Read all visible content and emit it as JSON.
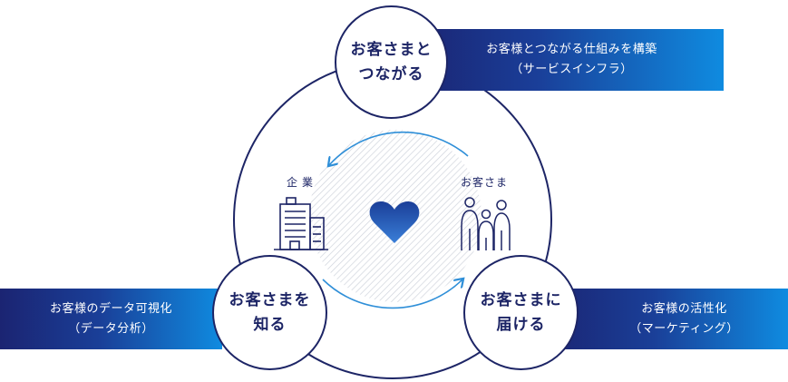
{
  "nodes": {
    "top": {
      "line1": "お客さまと",
      "line2": "つながる"
    },
    "left": {
      "line1": "お客さまを",
      "line2": "知る"
    },
    "right": {
      "line1": "お客さまに",
      "line2": "届ける"
    }
  },
  "banners": {
    "top": {
      "line1": "お客様とつながる仕組みを構築",
      "line2": "（サービスインフラ）"
    },
    "left": {
      "line1": "お客様のデータ可視化",
      "line2": "（データ分析）"
    },
    "right": {
      "line1": "お客様の活性化",
      "line2": "（マーケティング）"
    }
  },
  "center": {
    "company_label": "企業",
    "customer_label": "お客さま"
  },
  "icons": {
    "company": "building-icon",
    "center": "heart-icon",
    "customer": "people-icon",
    "arrows": "cycle-arrow-icon"
  },
  "colors": {
    "navy": "#1d2566",
    "brand_dark": "#1b2472",
    "brand_light": "#0f8be0",
    "arrow_blue": "#2f8fd8",
    "heart_top": "#1a3e98",
    "heart_bottom": "#3a7fd8"
  }
}
